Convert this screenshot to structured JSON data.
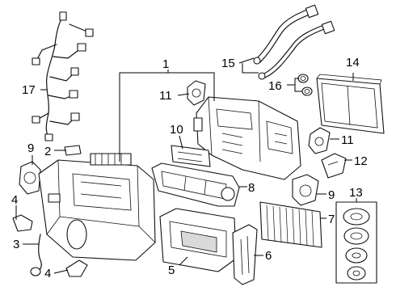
{
  "callouts": [
    {
      "id": "1",
      "label": "1"
    },
    {
      "id": "2",
      "label": "2"
    },
    {
      "id": "3",
      "label": "3"
    },
    {
      "id": "4a",
      "label": "4"
    },
    {
      "id": "4b",
      "label": "4"
    },
    {
      "id": "5",
      "label": "5"
    },
    {
      "id": "6",
      "label": "6"
    },
    {
      "id": "7",
      "label": "7"
    },
    {
      "id": "8",
      "label": "8"
    },
    {
      "id": "9a",
      "label": "9"
    },
    {
      "id": "9b",
      "label": "9"
    },
    {
      "id": "10",
      "label": "10"
    },
    {
      "id": "11a",
      "label": "11"
    },
    {
      "id": "11b",
      "label": "11"
    },
    {
      "id": "12",
      "label": "12"
    },
    {
      "id": "13",
      "label": "13"
    },
    {
      "id": "14",
      "label": "14"
    },
    {
      "id": "15",
      "label": "15"
    },
    {
      "id": "16",
      "label": "16"
    },
    {
      "id": "17",
      "label": "17"
    }
  ]
}
